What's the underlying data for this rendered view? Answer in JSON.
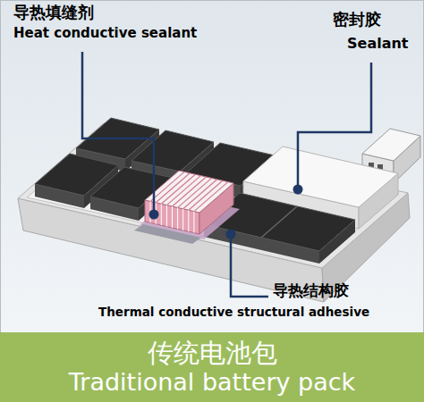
{
  "diagram": {
    "nodes": [
      {
        "text": [
          "传统电池包",
          "Traditional battery pack"
        ]
      }
    ],
    "labels": [
      "导热填缝剂",
      "Heat conductive sealant",
      "密封胶",
      "Sealant",
      "导热结构胶",
      "Thermal conductive structural adhesive"
    ]
  }
}
